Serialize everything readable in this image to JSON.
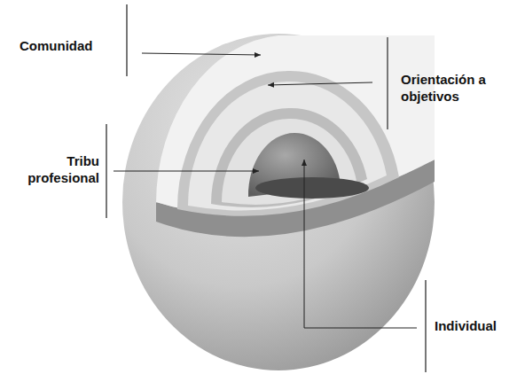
{
  "diagram": {
    "labels": [
      "Comunidad",
      "Orientación a objetivos",
      "Tribu profesional",
      "Individual"
    ]
  }
}
